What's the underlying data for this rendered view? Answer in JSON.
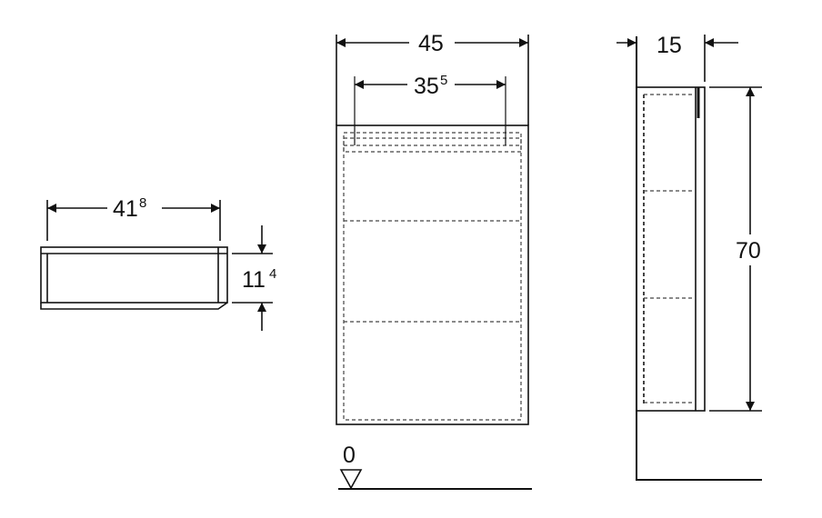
{
  "side_view_small": {
    "width_main": "41",
    "width_sup": "8",
    "height_main": "11",
    "height_sup": "4"
  },
  "front_view": {
    "outer_width": "45",
    "inner_main": "35",
    "inner_sup": "5",
    "floor_level": "0"
  },
  "side_view": {
    "depth": "15",
    "height": "70"
  }
}
